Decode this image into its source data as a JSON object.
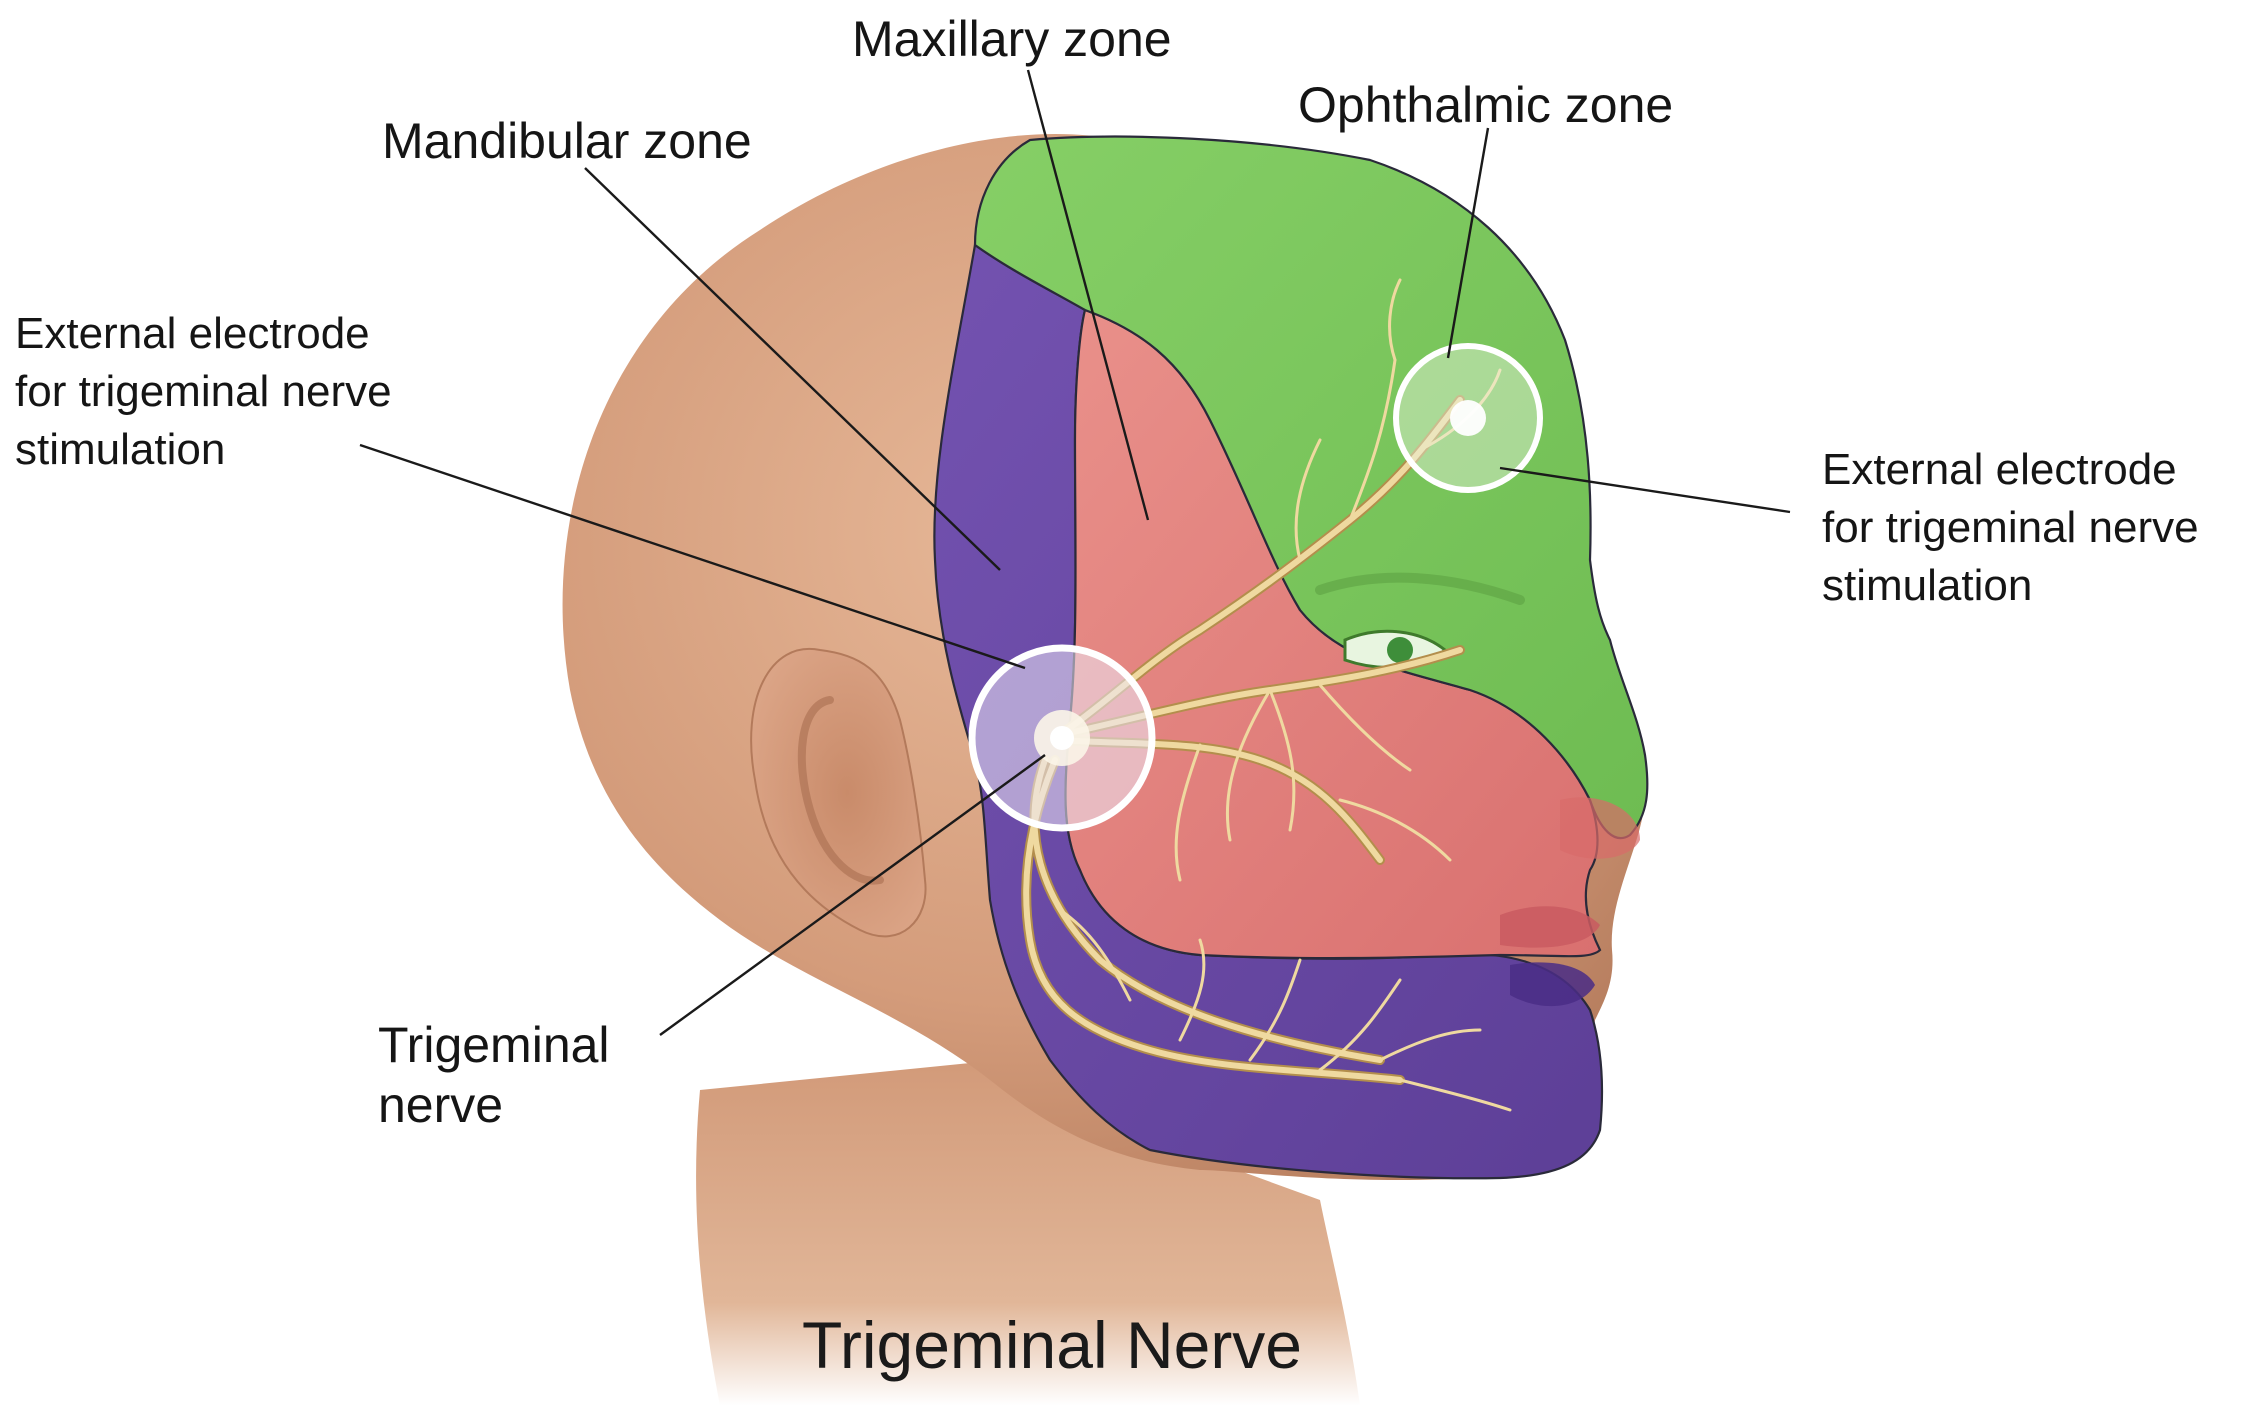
{
  "labels": {
    "maxillary_zone": "Maxillary zone",
    "ophthalmic_zone": "Ophthalmic zone",
    "mandibular_zone": "Mandibular zone",
    "electrode_left": [
      "External electrode",
      "for trigeminal nerve",
      "stimulation"
    ],
    "electrode_right": [
      "External electrode",
      "for trigeminal nerve",
      "stimulation"
    ],
    "trigeminal_nerve": [
      "Trigeminal",
      "nerve"
    ],
    "title": "Trigeminal Nerve"
  },
  "colors": {
    "skin": "#d9a786",
    "skin_shadow": "#b9805f",
    "ophthalmic_green": "#7cc75e",
    "maxillary_red": "#e07f7c",
    "mandibular_purple": "#6a4aa6",
    "nerve": "#efd9a0",
    "electrode": "#ffffff"
  }
}
